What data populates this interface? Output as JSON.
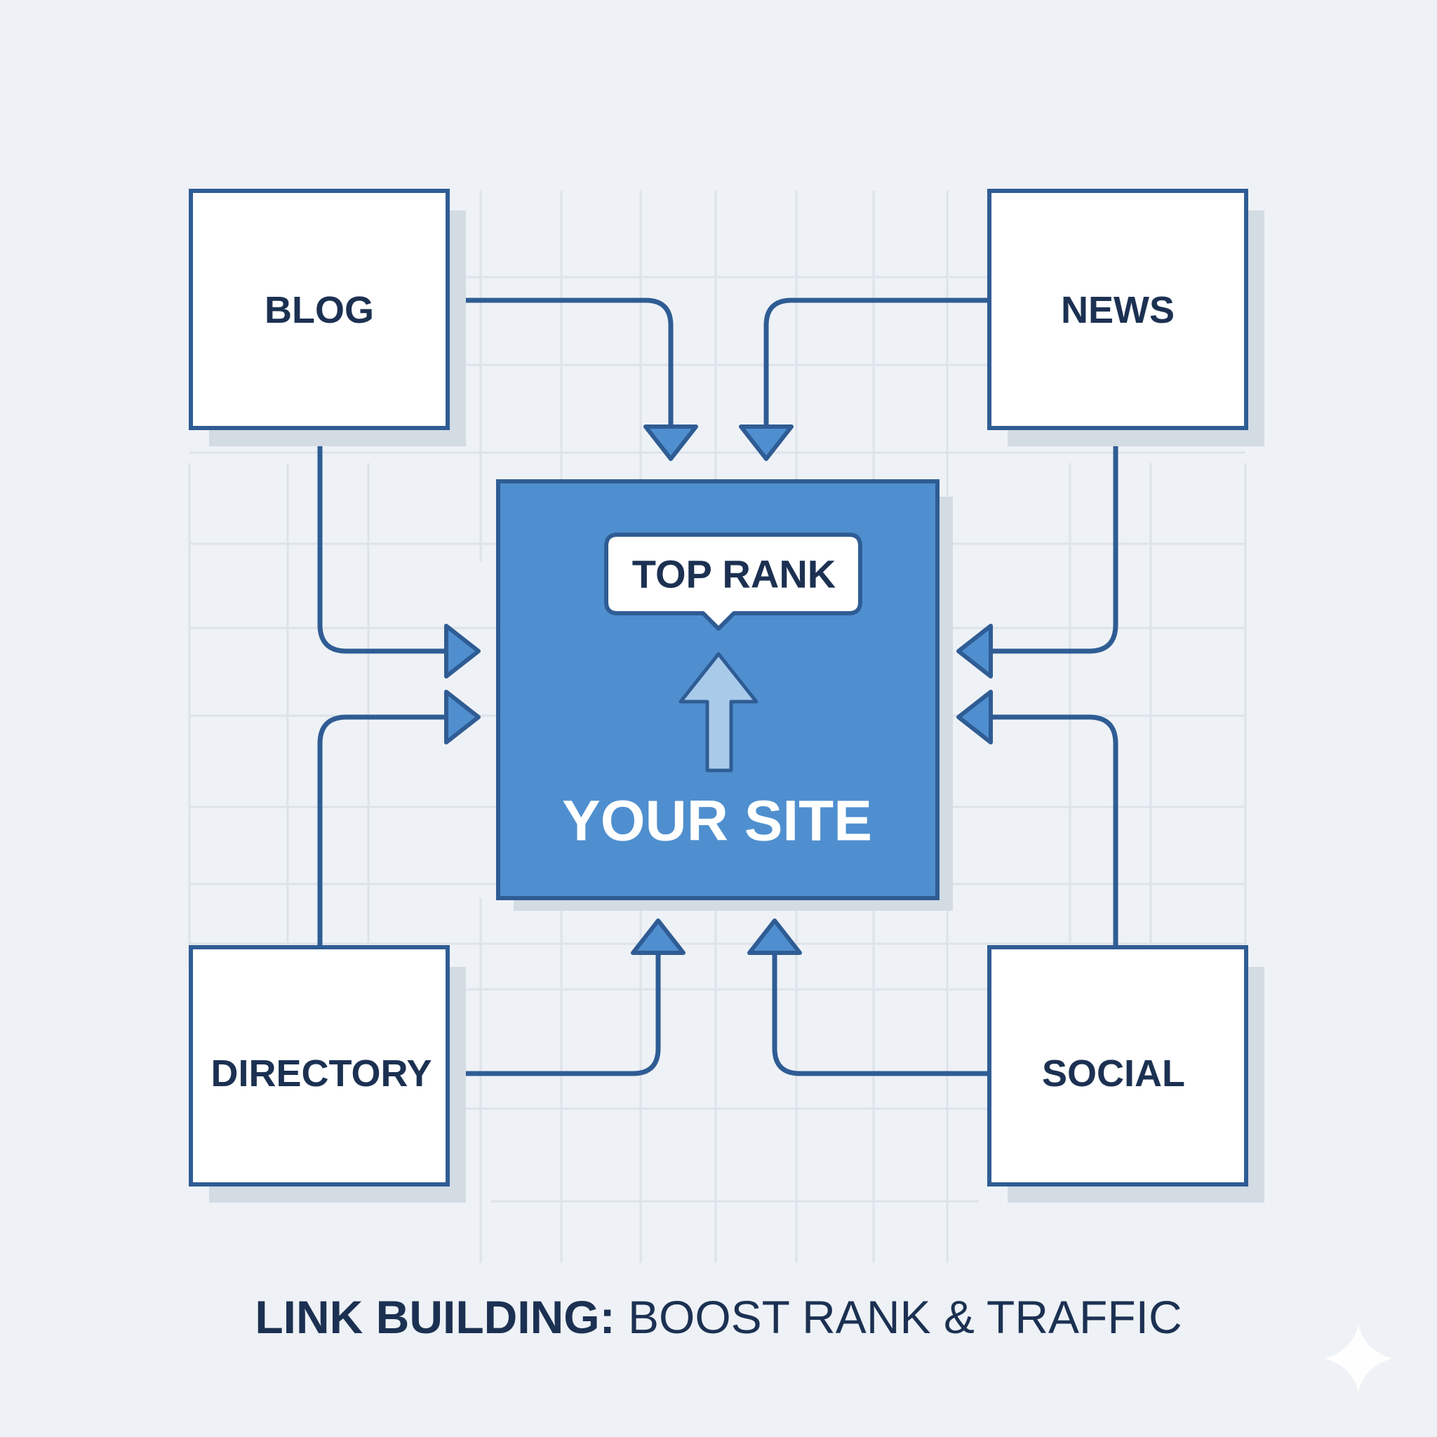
{
  "diagram": {
    "title": {
      "bold": "LINK BUILDING:",
      "regular": " BOOST RANK & TRAFFIC"
    },
    "center": {
      "label": "YOUR SITE",
      "badge": "TOP RANK",
      "icon": "up-arrow-icon"
    },
    "sources": [
      {
        "id": "blog",
        "label": "BLOG",
        "position": "top-left"
      },
      {
        "id": "news",
        "label": "NEWS",
        "position": "top-right"
      },
      {
        "id": "directory",
        "label": "DIRECTORY",
        "position": "bottom-left"
      },
      {
        "id": "social",
        "label": "SOCIAL",
        "position": "bottom-right"
      }
    ],
    "edges": [
      {
        "from": "blog",
        "to": "center",
        "side": "top"
      },
      {
        "from": "blog",
        "to": "center",
        "side": "left"
      },
      {
        "from": "news",
        "to": "center",
        "side": "top"
      },
      {
        "from": "news",
        "to": "center",
        "side": "right"
      },
      {
        "from": "directory",
        "to": "center",
        "side": "left"
      },
      {
        "from": "directory",
        "to": "center",
        "side": "bottom"
      },
      {
        "from": "social",
        "to": "center",
        "side": "right"
      },
      {
        "from": "social",
        "to": "center",
        "side": "bottom"
      }
    ],
    "colors": {
      "accent": "#4f8fcf",
      "stroke": "#2f5c94",
      "text": "#1c3152",
      "background": "#eef2f6"
    },
    "watermark_icon": "sparkle-icon"
  }
}
